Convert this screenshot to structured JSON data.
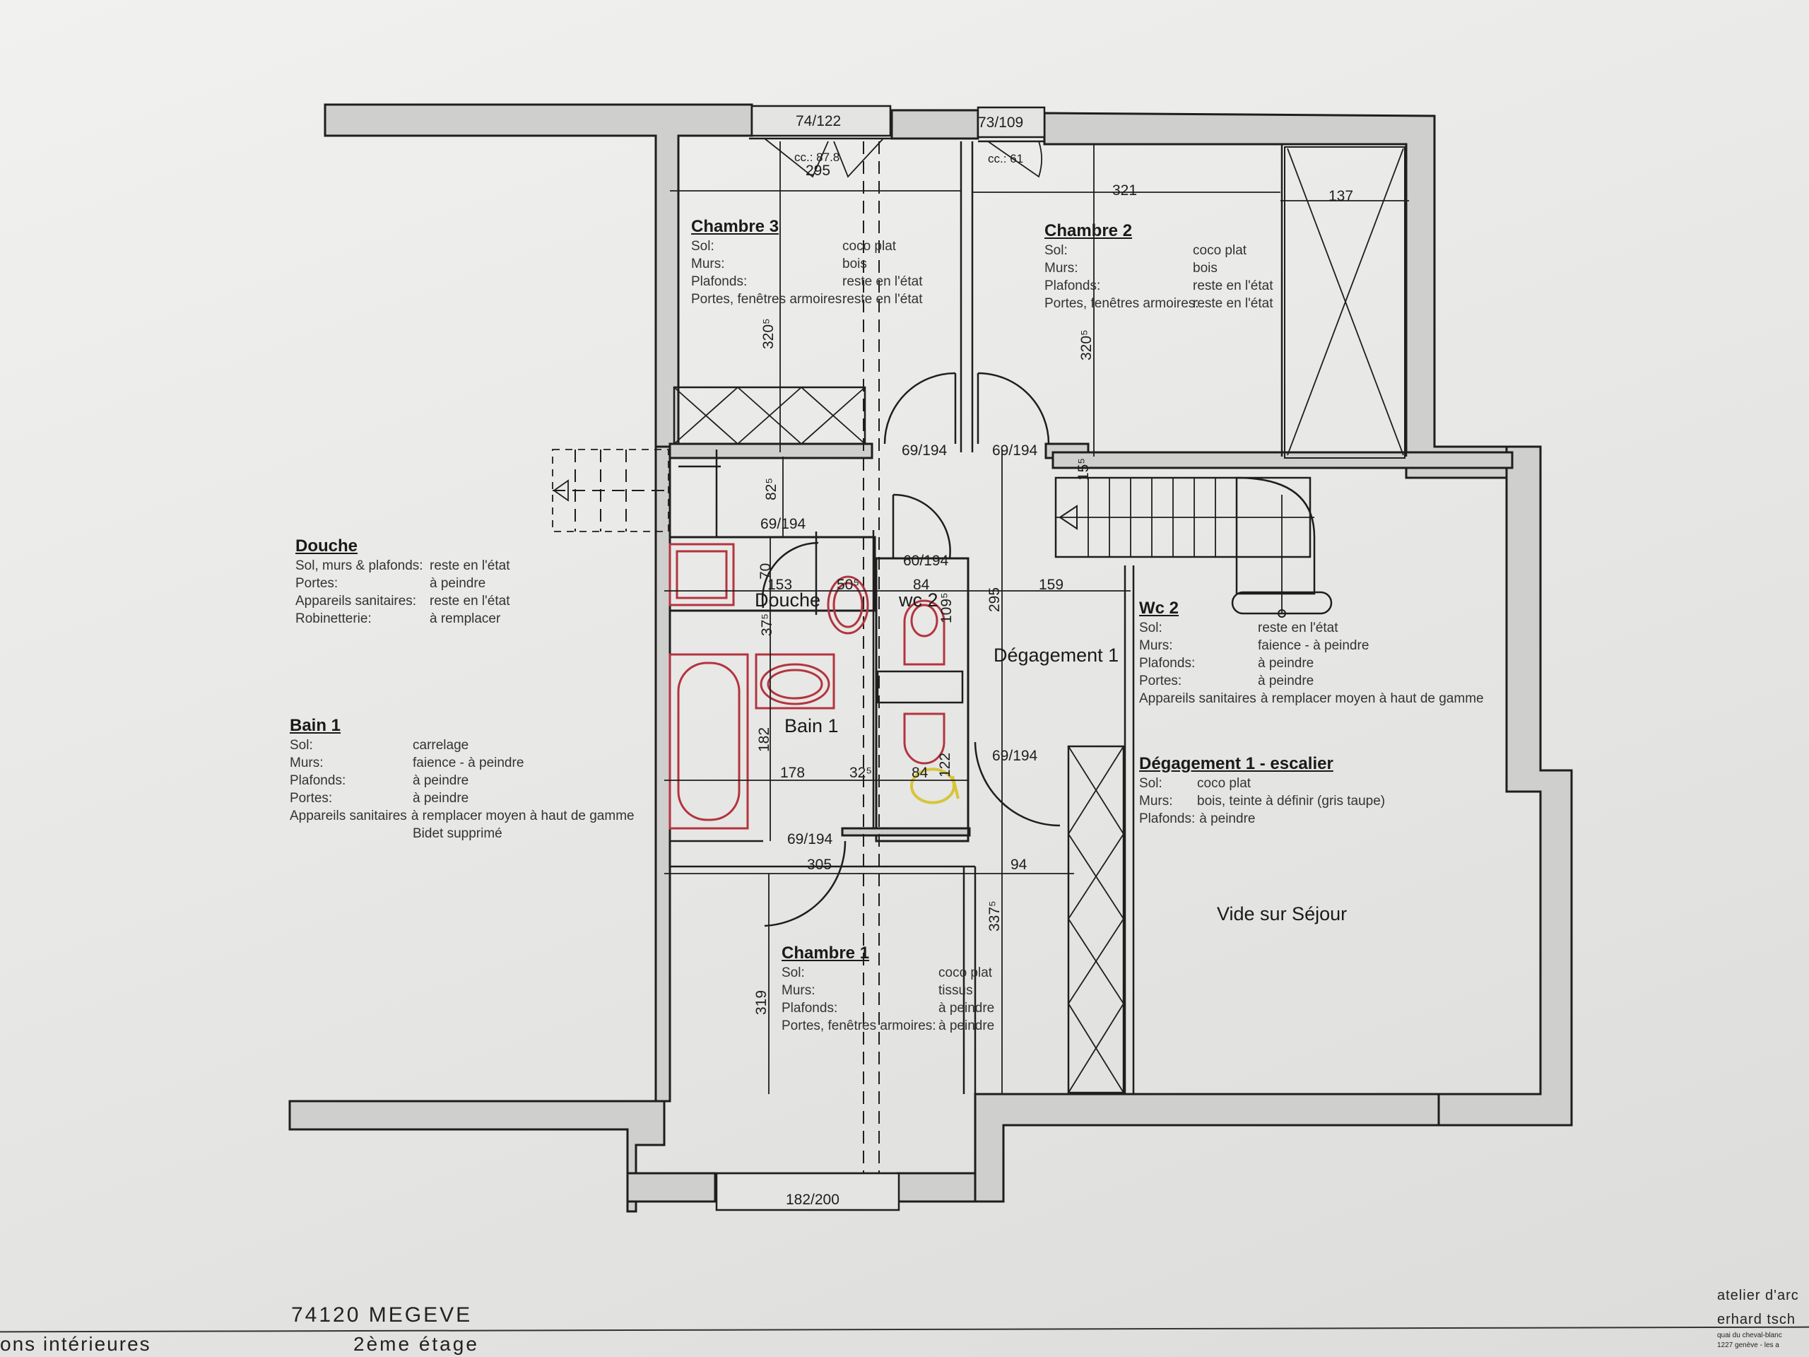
{
  "project": {
    "location": "74120 MEGEVE",
    "subtitle_left": "ons intérieures",
    "floor": "2ème étage",
    "office_line1": "atelier d'arc",
    "office_line2": "erhard tsch",
    "office_line3": "quai du cheval-blanc",
    "office_line4": "1227 genève - les a"
  },
  "room_labels": {
    "douche": "Douche",
    "wc2": "wc 2",
    "bain1": "Bain 1",
    "degagement1": "Dégagement 1",
    "vide_sejour": "Vide sur Séjour"
  },
  "openings": {
    "window_ch3": "74/122",
    "window_ch2": "73/109",
    "window_ch1": "182/200",
    "cc_ch3": "cc.: 87.8",
    "cc_ch2": "cc.: 61",
    "door_ch3": "69/194",
    "door_ch2": "69/194",
    "door_douche": "69/194",
    "door_wc2": "60/194",
    "door_bain1": "69/194",
    "door_ch1": "69/194"
  },
  "dimensions": {
    "ch3_width": "295",
    "ch2_width": "321",
    "closet_width": "137",
    "ch3_depth": "320⁵",
    "ch2_depth": "320⁵",
    "corridor_825": "82⁵",
    "step_155": "15⁵",
    "douche_width": "153",
    "douche_70": "70",
    "douche_375": "37⁵",
    "lavabo_505": "50⁵",
    "wc2_width": "84",
    "wc2_1095": "109⁵",
    "deg_295": "295",
    "deg_159": "159",
    "bain_182": "182",
    "bain_178": "178",
    "bain_325": "32⁵",
    "wc_84": "84",
    "wc_122": "122",
    "ch1_305": "305",
    "ch1_94": "94",
    "deg_3375": "337⁵",
    "ch1_319": "319"
  },
  "room_specs": [
    {
      "id": "chambre3",
      "title": "Chambre 3",
      "rows": [
        {
          "k": "Sol:",
          "v": "coco plat"
        },
        {
          "k": "Murs:",
          "v": "bois"
        },
        {
          "k": "Plafonds:",
          "v": "reste en l'état"
        },
        {
          "k": "Portes, fenêtres armoires:",
          "v": "reste en l'état"
        }
      ]
    },
    {
      "id": "chambre2",
      "title": "Chambre 2",
      "rows": [
        {
          "k": "Sol:",
          "v": "coco plat"
        },
        {
          "k": "Murs:",
          "v": "bois"
        },
        {
          "k": "Plafonds:",
          "v": "reste en l'état"
        },
        {
          "k": "Portes, fenêtres armoires:",
          "v": "reste en l'état"
        }
      ]
    },
    {
      "id": "douche",
      "title": "Douche",
      "rows": [
        {
          "k": "Sol, murs & plafonds:",
          "v": "reste en l'état"
        },
        {
          "k": "Portes:",
          "v": "à peindre"
        },
        {
          "k": "Appareils sanitaires:",
          "v": "reste en l'état"
        },
        {
          "k": "Robinetterie:",
          "v": "à remplacer"
        }
      ]
    },
    {
      "id": "bain1",
      "title": "Bain 1",
      "rows": [
        {
          "k": "Sol:",
          "v": "carrelage"
        },
        {
          "k": "Murs:",
          "v": "faience - à peindre"
        },
        {
          "k": "Plafonds:",
          "v": "à peindre"
        },
        {
          "k": "Portes:",
          "v": "à peindre"
        },
        {
          "k": "Appareils sanitaires",
          "v": "à remplacer moyen à haut de gamme"
        },
        {
          "k": "",
          "v": "Bidet supprimé"
        }
      ]
    },
    {
      "id": "wc2",
      "title": "Wc 2",
      "rows": [
        {
          "k": "Sol:",
          "v": "reste en l'état"
        },
        {
          "k": "Murs:",
          "v": "faience - à peindre"
        },
        {
          "k": "Plafonds:",
          "v": "à peindre"
        },
        {
          "k": "Portes:",
          "v": "à peindre"
        },
        {
          "k": "Appareils sanitaires",
          "v": "à remplacer moyen à haut de gamme"
        }
      ]
    },
    {
      "id": "degagement1",
      "title": "Dégagement 1 - escalier",
      "rows": [
        {
          "k": "Sol:",
          "v": "coco plat"
        },
        {
          "k": "Murs:",
          "v": "bois, teinte à définir (gris taupe)"
        },
        {
          "k": "Plafonds:",
          "v": "à peindre"
        }
      ]
    },
    {
      "id": "chambre1",
      "title": "Chambre 1",
      "rows": [
        {
          "k": "Sol:",
          "v": "coco plat"
        },
        {
          "k": "Murs:",
          "v": "tissus"
        },
        {
          "k": "Plafonds:",
          "v": "à peindre"
        },
        {
          "k": "Portes, fenêtres armoires:",
          "v": "à peindre"
        }
      ]
    }
  ],
  "colors": {
    "sanitary_existing": "#b3343f",
    "sanitary_removed": "#d8c43a",
    "wall_fill": "#cfcfcd"
  }
}
